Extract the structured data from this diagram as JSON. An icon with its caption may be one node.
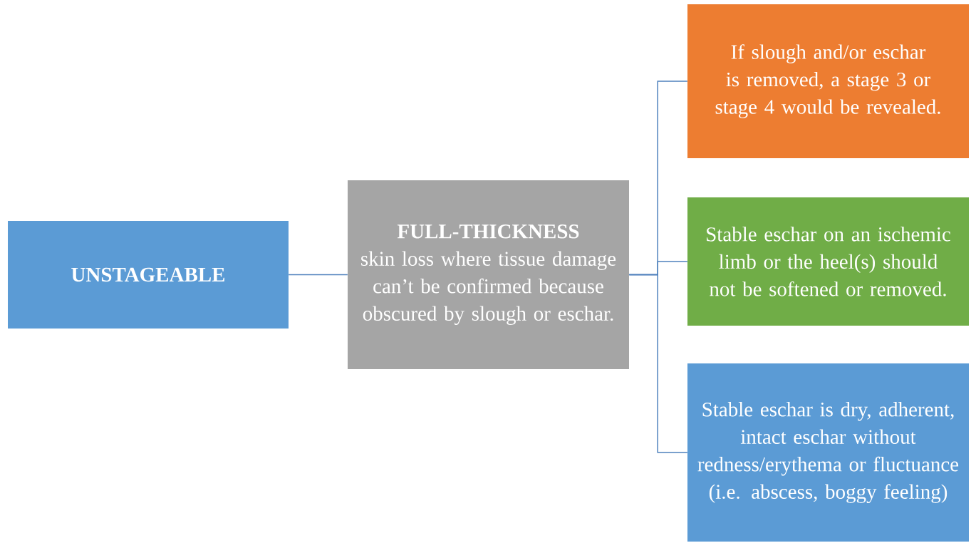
{
  "diagram": {
    "nodes": [
      {
        "text": [
          "UNSTAGEABLE"
        ]
      },
      {
        "text": [
          "FULL-THICKNESS",
          "skin loss where tissue damage can’t be confirmed because obscured by slough or eschar."
        ]
      },
      {
        "text": [
          "If slough and/or eschar is removed, a stage 3 or stage 4 would be revealed."
        ]
      },
      {
        "text": [
          "Stable eschar on an ischemic limb or the heel(s) should not be softened or removed."
        ]
      },
      {
        "text": [
          "Stable eschar is dry, adherent, intact eschar without redness/erythema or fluctuance (i.e. abscess, boggy feeling)"
        ]
      }
    ],
    "edges": [
      {
        "from": 0,
        "to": 1,
        "arrow": "none"
      },
      {
        "from": 1,
        "to": 2,
        "arrow": "none"
      },
      {
        "from": 1,
        "to": 3,
        "arrow": "none"
      },
      {
        "from": 1,
        "to": 4,
        "arrow": "none"
      }
    ]
  }
}
